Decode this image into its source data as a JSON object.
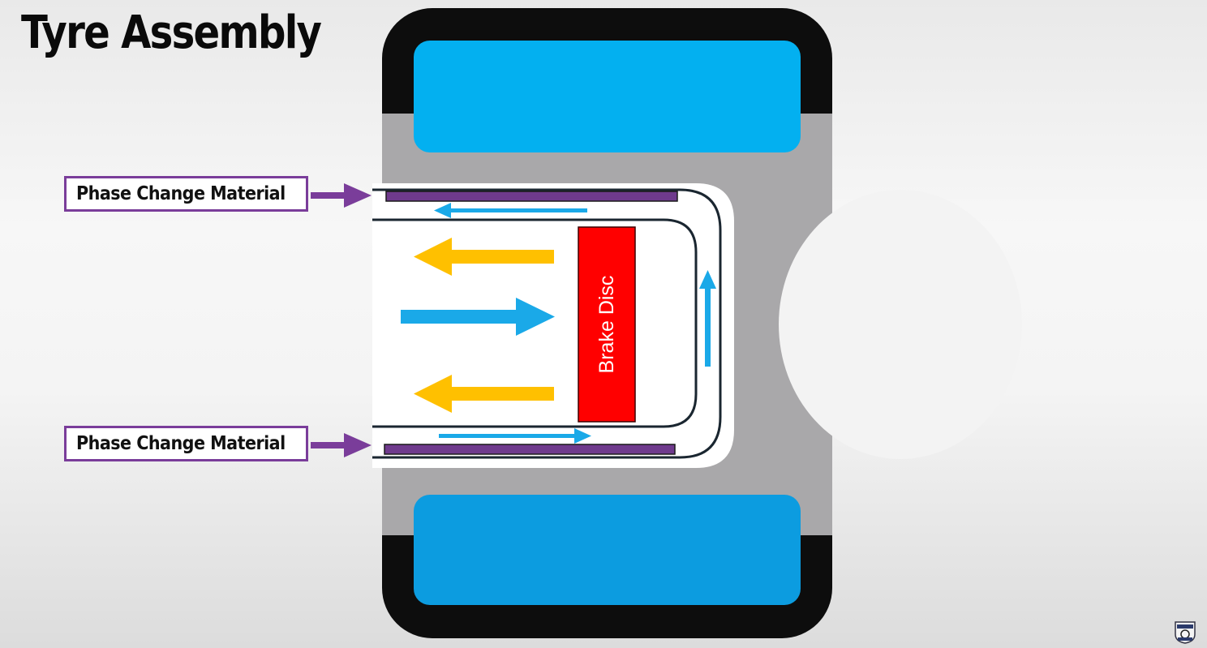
{
  "title": "Tyre Assembly",
  "labels": {
    "pcm_top": "Phase Change Material",
    "pcm_bottom": "Phase Change Material",
    "brake_disc": "Brake Disc"
  },
  "colors": {
    "tyre_rubber": "#0d0d0d",
    "tyre_blue": "#03b0f0",
    "rim_grey": "#a9a8aa",
    "pcm_purple": "#6f3a8d",
    "brake_disc_red": "#ff0000",
    "hot_air_arrow": "#ffc000",
    "cool_air_arrow": "#1aa9e8",
    "pcm_pointer": "#7a3d9a"
  },
  "icons": [
    "phase-change-pointer-arrow",
    "hot-air-arrow",
    "cool-air-arrow",
    "airflow-arrow",
    "channel-logo"
  ]
}
